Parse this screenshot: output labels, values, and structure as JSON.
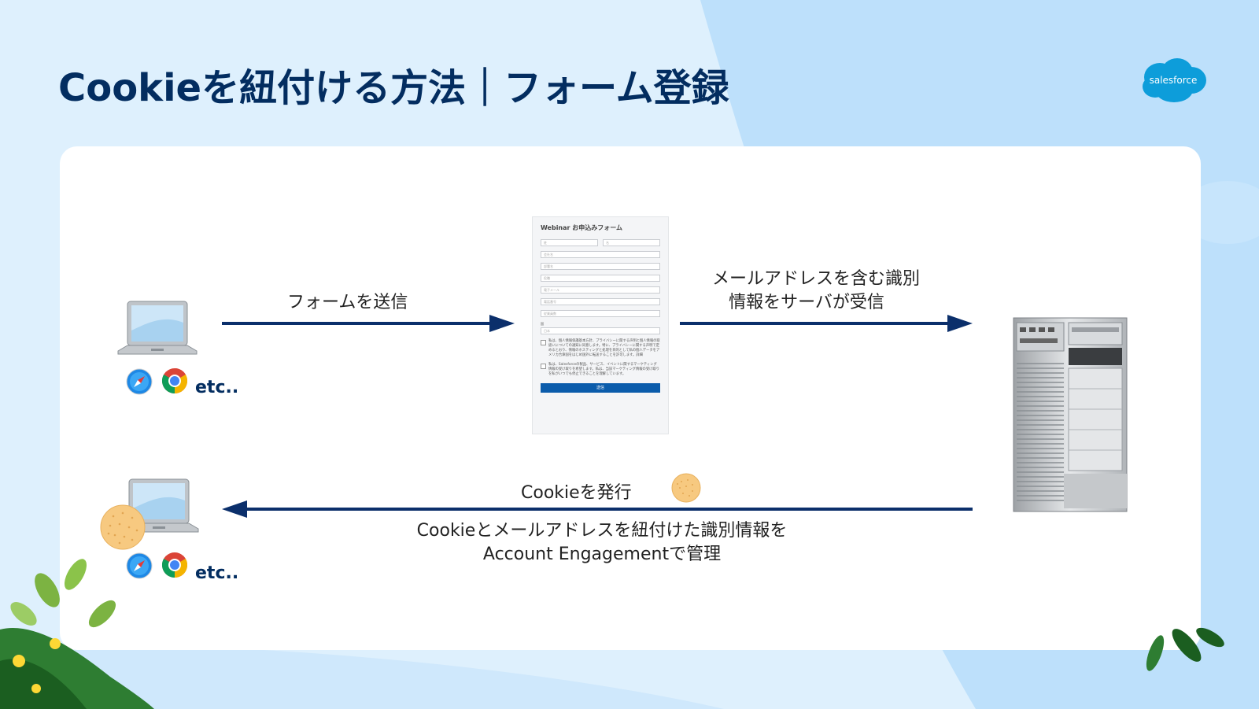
{
  "slide": {
    "title": "Cookieを紐付ける方法｜フォーム登録",
    "logo_text": "salesforce"
  },
  "diagram": {
    "browsers_top": {
      "etc_label": "etc.."
    },
    "browsers_bottom": {
      "etc_label": "etc.."
    },
    "arrow_submit_label": "フォームを送信",
    "arrow_server_label_line1": "メールアドレスを含む識別",
    "arrow_server_label_line2": "情報をサーバが受信",
    "arrow_cookie_label": "Cookieを発行",
    "bottom_caption_line1": "Cookieとメールアドレスを紐付けた識別情報を",
    "bottom_caption_line2": "Account Engagementで管理",
    "form": {
      "title": "Webinar お申込みフォーム",
      "fields": [
        "姓",
        "名",
        "会社名",
        "部署名",
        "役職",
        "電子メール",
        "電話番号",
        "従業員数",
        "国",
        "日本"
      ],
      "consent_text_1": "私は、個人情報保護基本方針、プライバシーに関する声明と個人情報の取扱いについての通知に同意します。特に、プライバシーに関する声明で定めるとおり、情報のホスティングと処理を目的として私の個人データをアメリカ合衆国をはじめ国外に転送することを許可します。詳細",
      "consent_text_2": "私は、Salesforceの製品、サービス、イベントに関するマーケティング情報の受け取りを希望します。私は、当該マーケティング情報の受け取りを私がいつでも停止できることを理解しています。",
      "submit_label": "送信"
    }
  },
  "colors": {
    "title": "#032d60",
    "arrow": "#0b2f6b",
    "background": "#dcefff",
    "cloud": "#b9ddfb",
    "cookie": "#f7c980"
  }
}
